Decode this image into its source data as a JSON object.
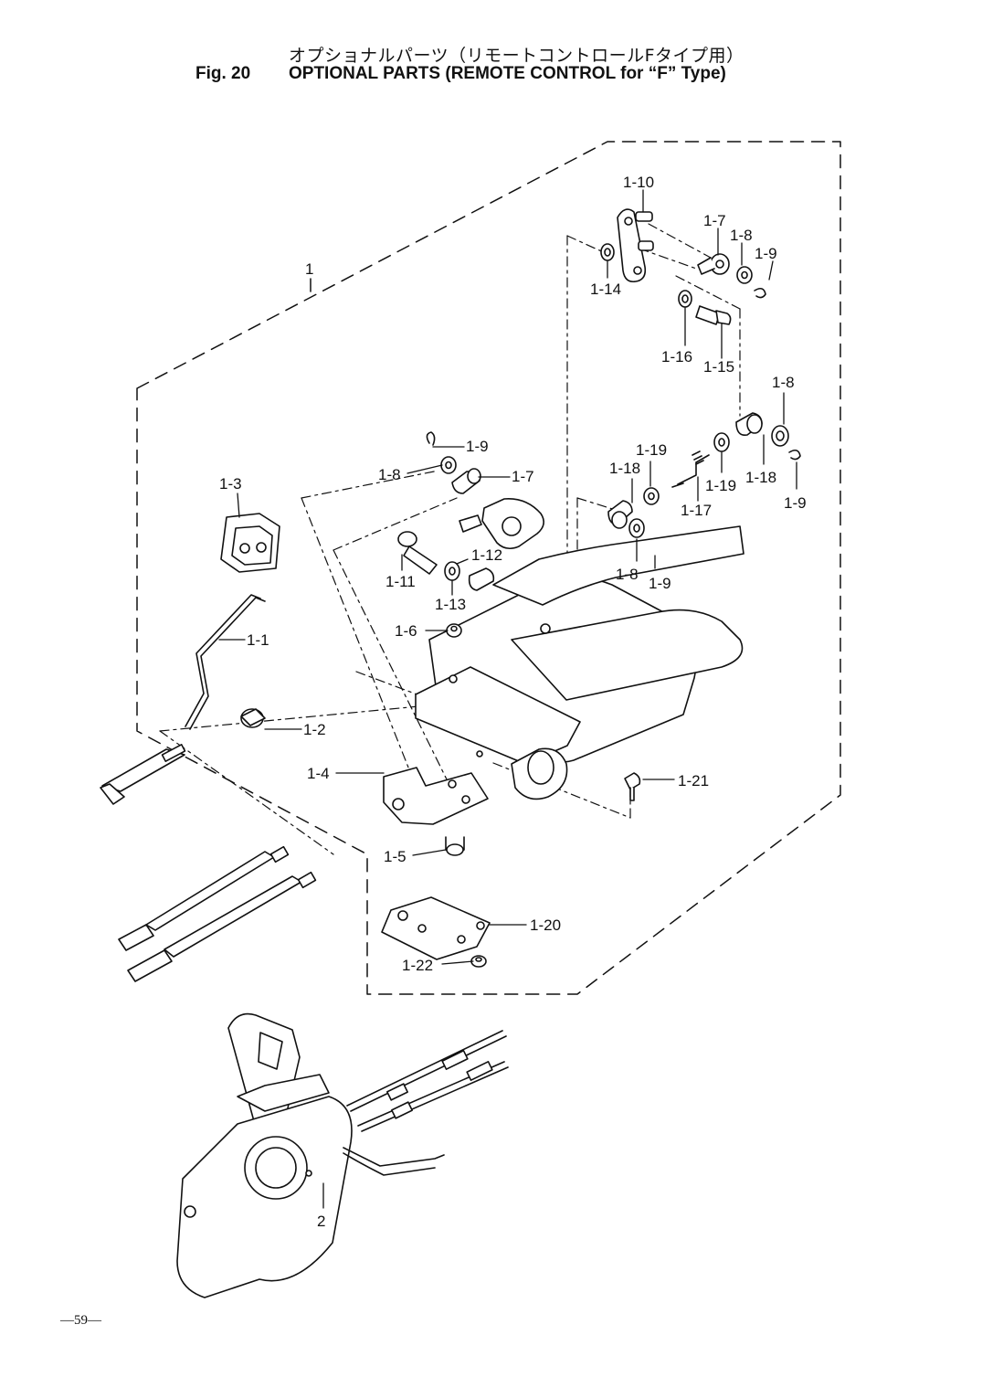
{
  "header": {
    "title_jp": "オプショナルパーツ（リモートコントロールFタイプ用）",
    "figure_number": "Fig. 20",
    "title_en": "OPTIONAL PARTS (REMOTE CONTROL for “F” Type)"
  },
  "callouts": {
    "c1": "1",
    "c1_10": "1-10",
    "c1_7a": "1-7",
    "c1_8a": "1-8",
    "c1_9a": "1-9",
    "c1_14": "1-14",
    "c1_16": "1-16",
    "c1_15": "1-15",
    "c1_8b": "1-8",
    "c1_9b": "1-9",
    "c1_8c": "1-8",
    "c1_7b": "1-7",
    "c1_19a": "1-19",
    "c1_18a": "1-18",
    "c1_19b": "1-19",
    "c1_17": "1-17",
    "c1_18b": "1-18",
    "c1_9c": "1-9",
    "c1_3": "1-3",
    "c1_12": "1-12",
    "c1_11": "1-11",
    "c1_13": "1-13",
    "c1_8d": "1-8",
    "c1_9d": "1-9",
    "c1_1": "1-1",
    "c1_6": "1-6",
    "c1_2": "1-2",
    "c1_4": "1-4",
    "c1_21": "1-21",
    "c1_5": "1-5",
    "c1_20": "1-20",
    "c1_22": "1-22",
    "c2": "2"
  },
  "footer": {
    "page_number": "—59—"
  }
}
